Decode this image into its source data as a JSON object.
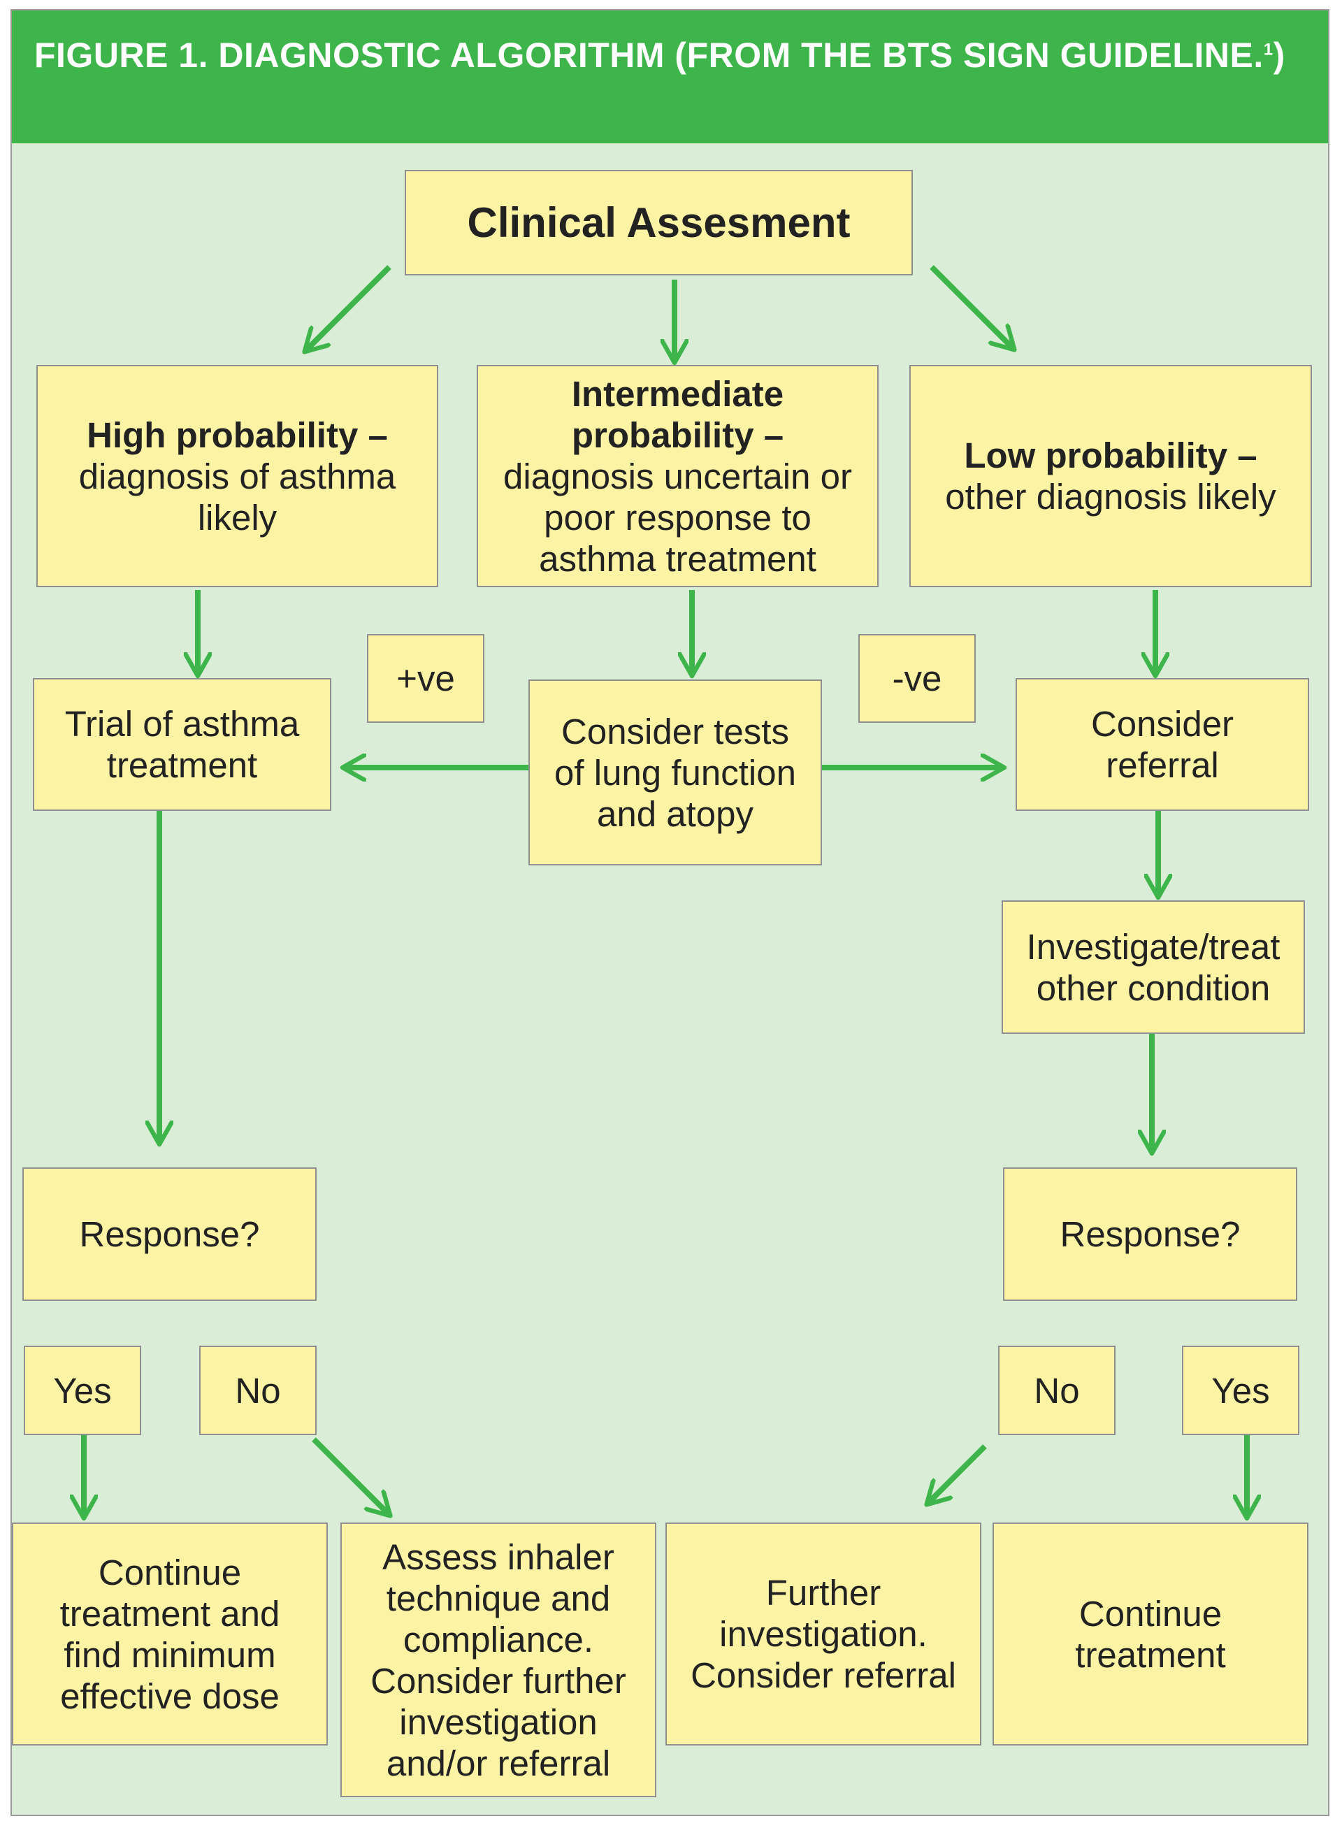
{
  "figure": {
    "title": "FIGURE 1. DIAGNOSTIC ALGORITHM (FROM THE BTS SIGN GUIDELINE.",
    "title_sup": "1",
    "title_end": ")"
  },
  "colors": {
    "header": "#3db54a",
    "panel": "#daedd6",
    "box": "#fdf3a4",
    "arrow": "#3db54a"
  },
  "nodes": {
    "clinical": "Clinical Assesment",
    "high_bold": "High probability –",
    "high_text": "diagnosis of asthma likely",
    "intermediate_bold": "Intermediate probability –",
    "intermediate_text": "diagnosis uncertain or poor response to asthma treatment",
    "low_bold": "Low probability –",
    "low_text": "other diagnosis likely",
    "trial": "Trial of asthma treatment",
    "tests": "Consider tests of lung function and atopy",
    "referral": "Consider referral",
    "investigate": "Investigate/treat other condition",
    "response_left": "Response?",
    "response_right": "Response?",
    "continue_min": "Continue treatment and find minimum effective dose",
    "assess": "Assess inhaler technique and compliance. Consider further investigation and/or referral",
    "further": "Further investigation. Consider referral",
    "continue": "Continue treatment"
  },
  "labels": {
    "positive": "+ve",
    "negative": "-ve",
    "yes_left": "Yes",
    "no_left": "No",
    "no_right": "No",
    "yes_right": "Yes"
  }
}
